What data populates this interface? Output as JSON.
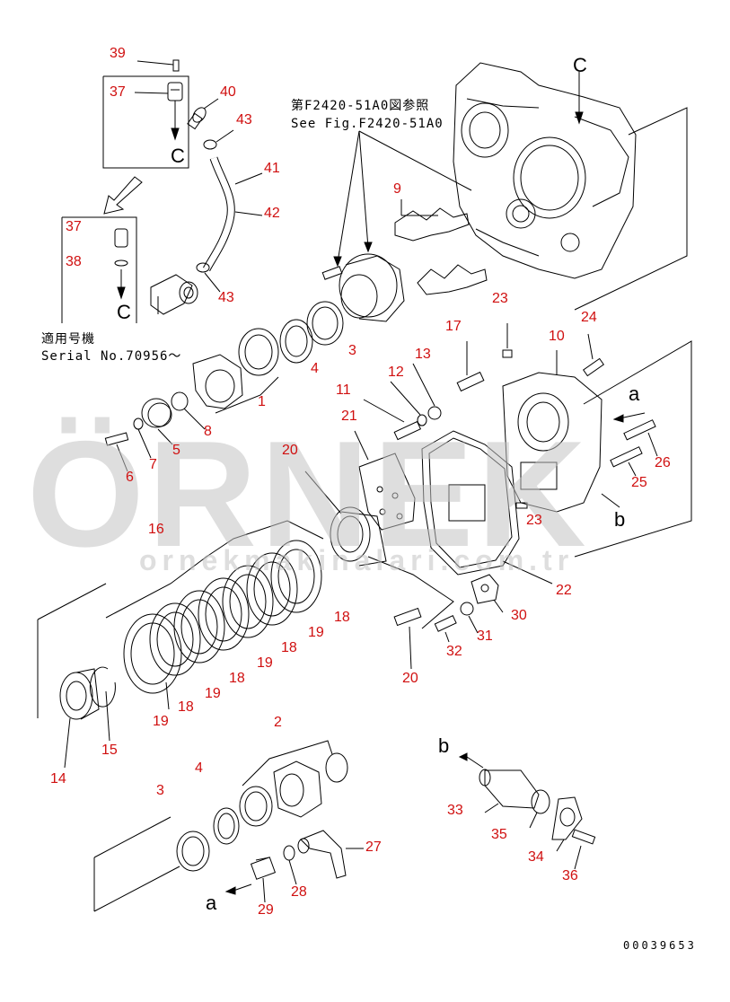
{
  "diagram": {
    "drawing_number": "00039653",
    "reference_jp": "第F2420-51A0図参照",
    "reference_en": "See Fig.F2420-51A0",
    "serial_jp": "適用号機",
    "serial_en": "Serial No.70956～",
    "view_markers": {
      "c_top": "C",
      "c_box1": "C",
      "c_box2": "C",
      "a_right": "a",
      "b_right": "b",
      "b_lower": "b",
      "a_lower": "a"
    },
    "watermark_main": "ÖRNEK",
    "watermark_url": "ornekmakinalari.com.tr",
    "part_labels": [
      {
        "id": "p39",
        "text": "39"
      },
      {
        "id": "p37a",
        "text": "37"
      },
      {
        "id": "p40",
        "text": "40"
      },
      {
        "id": "p43a",
        "text": "43"
      },
      {
        "id": "p41",
        "text": "41"
      },
      {
        "id": "p42",
        "text": "42"
      },
      {
        "id": "p37b",
        "text": "37"
      },
      {
        "id": "p38",
        "text": "38"
      },
      {
        "id": "p43b",
        "text": "43"
      },
      {
        "id": "p9",
        "text": "9"
      },
      {
        "id": "p3a",
        "text": "3"
      },
      {
        "id": "p4a",
        "text": "4"
      },
      {
        "id": "p1",
        "text": "1"
      },
      {
        "id": "p5",
        "text": "5"
      },
      {
        "id": "p6",
        "text": "6"
      },
      {
        "id": "p7",
        "text": "7"
      },
      {
        "id": "p8",
        "text": "8"
      },
      {
        "id": "p13",
        "text": "13"
      },
      {
        "id": "p12",
        "text": "12"
      },
      {
        "id": "p11",
        "text": "11"
      },
      {
        "id": "p21",
        "text": "21"
      },
      {
        "id": "p17",
        "text": "17"
      },
      {
        "id": "p23a",
        "text": "23"
      },
      {
        "id": "p10",
        "text": "10"
      },
      {
        "id": "p24",
        "text": "24"
      },
      {
        "id": "p26",
        "text": "26"
      },
      {
        "id": "p25",
        "text": "25"
      },
      {
        "id": "p20a",
        "text": "20"
      },
      {
        "id": "p23b",
        "text": "23"
      },
      {
        "id": "p22",
        "text": "22"
      },
      {
        "id": "p16",
        "text": "16"
      },
      {
        "id": "p18a",
        "text": "18"
      },
      {
        "id": "p19a",
        "text": "19"
      },
      {
        "id": "p18b",
        "text": "18"
      },
      {
        "id": "p19b",
        "text": "19"
      },
      {
        "id": "p18c",
        "text": "18"
      },
      {
        "id": "p19c",
        "text": "19"
      },
      {
        "id": "p18d",
        "text": "18"
      },
      {
        "id": "p19d",
        "text": "19"
      },
      {
        "id": "p30",
        "text": "30"
      },
      {
        "id": "p31",
        "text": "31"
      },
      {
        "id": "p32",
        "text": "32"
      },
      {
        "id": "p20b",
        "text": "20"
      },
      {
        "id": "p14",
        "text": "14"
      },
      {
        "id": "p15",
        "text": "15"
      },
      {
        "id": "p2",
        "text": "2"
      },
      {
        "id": "p4b",
        "text": "4"
      },
      {
        "id": "p3b",
        "text": "3"
      },
      {
        "id": "p27",
        "text": "27"
      },
      {
        "id": "p28",
        "text": "28"
      },
      {
        "id": "p29",
        "text": "29"
      },
      {
        "id": "p33",
        "text": "33"
      },
      {
        "id": "p35",
        "text": "35"
      },
      {
        "id": "p34",
        "text": "34"
      },
      {
        "id": "p36",
        "text": "36"
      }
    ]
  }
}
